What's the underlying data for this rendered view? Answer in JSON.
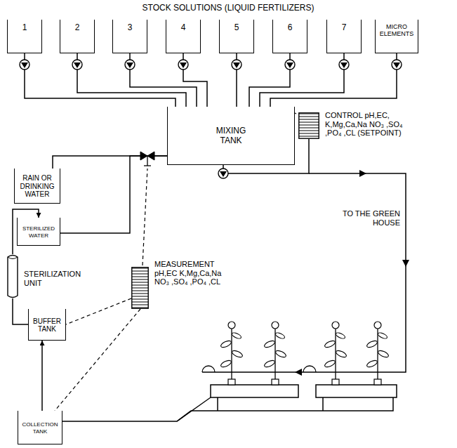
{
  "diagram": {
    "nodes": [
      {
        "text": [
          "1"
        ]
      },
      {
        "text": [
          "2"
        ]
      },
      {
        "text": [
          "3"
        ]
      },
      {
        "text": [
          "4"
        ]
      },
      {
        "text": [
          "5"
        ]
      },
      {
        "text": [
          "6"
        ]
      },
      {
        "text": [
          "7"
        ]
      },
      {
        "text": [
          "MICRO ELEMENTS"
        ]
      },
      {
        "text": [
          "MIXING TANK"
        ]
      },
      {
        "text": [
          "CONTROL pH,EC, K,Mg,Ca,Na NO₃ ,SO₄ ,PO₄ ,CL (SETPOINT)"
        ]
      },
      {
        "text": [
          "RAIN OR DRINKING WATER"
        ]
      },
      {
        "text": [
          "STERILIZED WATER"
        ]
      },
      {
        "text": [
          "STERILIZATION UNIT"
        ]
      },
      {
        "text": [
          "MEASUREMENT pH,EC K,Mg,Ca,Na NO₃ ,SO₄ ,PO₄ ,CL"
        ]
      },
      {
        "text": [
          "BUFFER TANK"
        ]
      },
      {
        "text": [
          "COLLECTION TANK"
        ]
      }
    ],
    "edges": [
      {
        "from": 0,
        "to": 8,
        "arrow": "none"
      },
      {
        "from": 1,
        "to": 8,
        "arrow": "none"
      },
      {
        "from": 2,
        "to": 8,
        "arrow": "none"
      },
      {
        "from": 3,
        "to": 8,
        "arrow": "none"
      },
      {
        "from": 4,
        "to": 8,
        "arrow": "none"
      },
      {
        "from": 5,
        "to": 8,
        "arrow": "none"
      },
      {
        "from": 6,
        "to": 8,
        "arrow": "none"
      },
      {
        "from": 7,
        "to": 8,
        "arrow": "none"
      },
      {
        "from": 8,
        "to": 9,
        "arrow": "none"
      },
      {
        "from": 10,
        "to": 8,
        "arrow": "none"
      },
      {
        "from": 11,
        "to": 8,
        "arrow": "none"
      },
      {
        "from": 12,
        "to": 11,
        "arrow": "to"
      },
      {
        "from": 14,
        "to": 12,
        "arrow": "none"
      },
      {
        "from": 15,
        "to": 14,
        "arrow": "to"
      },
      {
        "from": 13,
        "to": 14,
        "arrow": "none"
      },
      {
        "from": 13,
        "to": 15,
        "arrow": "none"
      }
    ],
    "labels": [
      "STOCK SOLUTIONS (LIQUID FERTILIZERS)",
      "TO THE GREEN HOUSE"
    ]
  }
}
